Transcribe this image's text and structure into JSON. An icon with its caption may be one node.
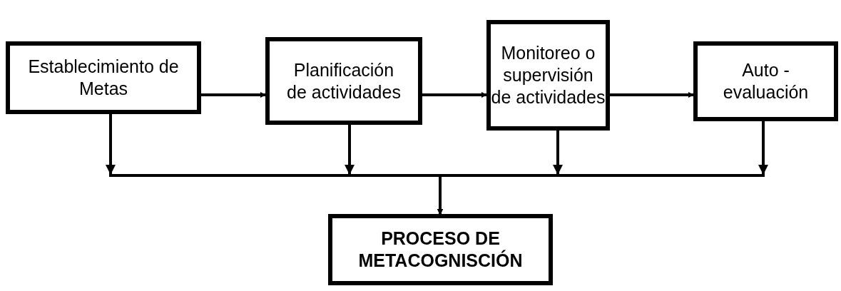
{
  "diagram": {
    "nodes": [
      {
        "text": [
          "Establecimiento de Metas"
        ]
      },
      {
        "text": [
          "Planificación de actividades"
        ]
      },
      {
        "text": [
          "Monitoreo o supervisión de actividades"
        ]
      },
      {
        "text": [
          "Auto - evaluación"
        ]
      },
      {
        "text": [
          "PROCESO DE METACOGNISCIÓN"
        ]
      }
    ],
    "edges": [
      {
        "from": 0,
        "to": 1,
        "arrow": "to"
      },
      {
        "from": 1,
        "to": 2,
        "arrow": "to"
      },
      {
        "from": 2,
        "to": 3,
        "arrow": "to"
      },
      {
        "from": 0,
        "to": 4,
        "arrow": "to"
      },
      {
        "from": 1,
        "to": 4,
        "arrow": "to"
      },
      {
        "from": 2,
        "to": 4,
        "arrow": "to"
      },
      {
        "from": 3,
        "to": 4,
        "arrow": "to"
      }
    ]
  }
}
